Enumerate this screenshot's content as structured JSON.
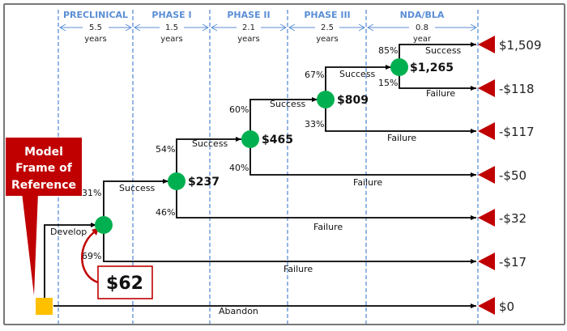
{
  "diagram": {
    "type": "decision-tree",
    "phases": [
      {
        "label": "PRECLINICAL",
        "duration": "5.5",
        "unit": "years"
      },
      {
        "label": "PHASE I",
        "duration": "1.5",
        "unit": "years"
      },
      {
        "label": "PHASE II",
        "duration": "2.1",
        "unit": "years"
      },
      {
        "label": "PHASE III",
        "duration": "2.5",
        "unit": "years"
      },
      {
        "label": "NDA/BLA",
        "duration": "0.8",
        "unit": "year"
      }
    ],
    "callout": {
      "line1": "Model",
      "line2": "Frame of",
      "line3": "Reference"
    },
    "root_value": "$62",
    "decision": {
      "develop_label": "Develop",
      "abandon_label": "Abandon"
    },
    "nodes": [
      {
        "value": "",
        "success_pct": "31%",
        "failure_pct": "69%"
      },
      {
        "value": "$237",
        "success_pct": "54%",
        "failure_pct": "46%"
      },
      {
        "value": "$465",
        "success_pct": "60%",
        "failure_pct": "40%"
      },
      {
        "value": "$809",
        "success_pct": "67%",
        "failure_pct": "33%"
      },
      {
        "value": "$1,265",
        "success_pct": "85%",
        "failure_pct": "15%"
      }
    ],
    "branch_labels": {
      "success": "Success",
      "failure": "Failure"
    },
    "payoffs": [
      "$1,509",
      "-$118",
      "-$117",
      "-$50",
      "-$32",
      "-$17",
      "$0"
    ],
    "colors": {
      "chance_node": "#00b050",
      "decision_node": "#ffc000",
      "terminal": "#c00000",
      "phase_line": "#5b8ed6",
      "callout": "#c00000"
    }
  }
}
